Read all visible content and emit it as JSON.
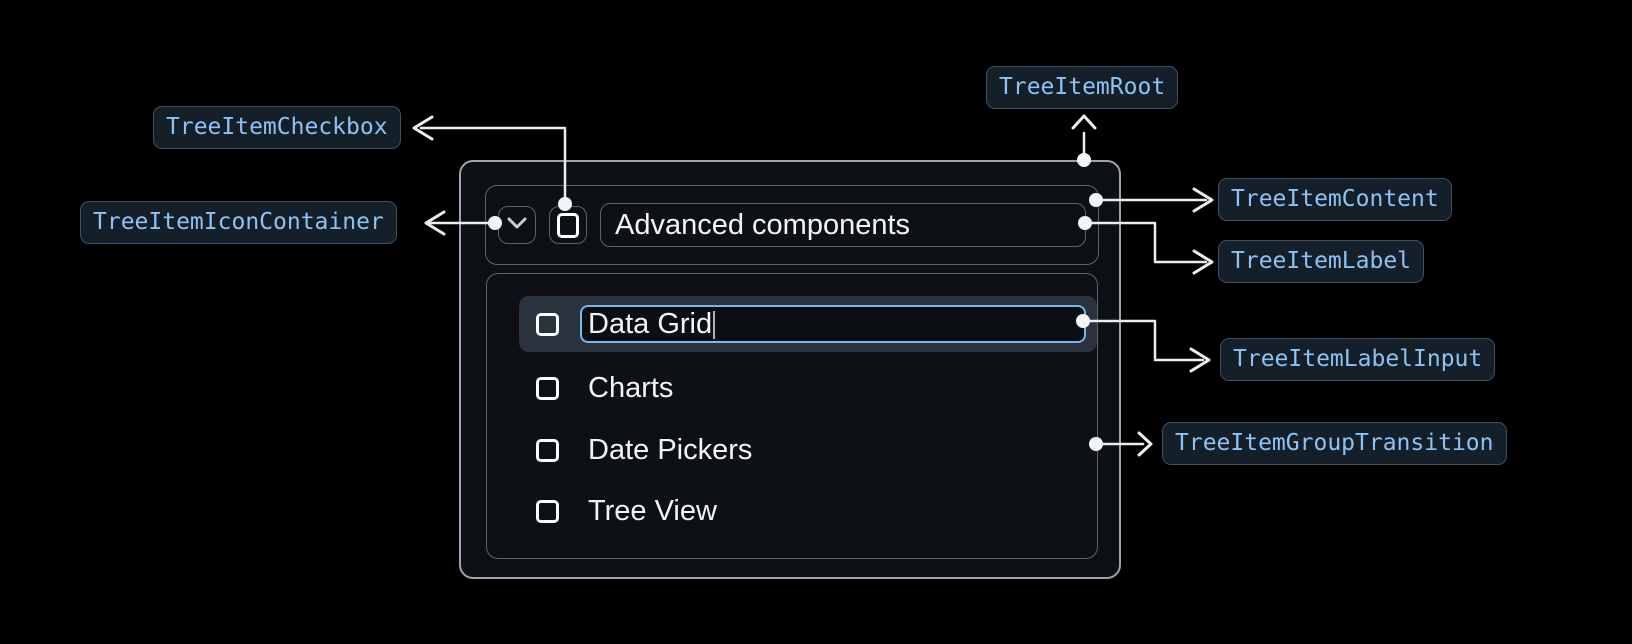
{
  "anatomy_labels": {
    "root": "TreeItemRoot",
    "checkbox": "TreeItemCheckbox",
    "icon_container": "TreeItemIconContainer",
    "content": "TreeItemContent",
    "label": "TreeItemLabel",
    "label_input": "TreeItemLabelInput",
    "group_transition": "TreeItemGroupTransition"
  },
  "tree": {
    "parent": {
      "label": "Advanced components",
      "expanded": true,
      "checked": false
    },
    "editing_item": {
      "value": "Data Grid",
      "selected": true,
      "checked": false
    },
    "items": [
      "Charts",
      "Date Pickers",
      "Tree View"
    ]
  },
  "icons": {
    "expand": "chevron-down-icon",
    "checkbox_state": "checkbox-unchecked-icon"
  },
  "colors": {
    "page_bg": "#000000",
    "badge_text": "#8ec2f2",
    "badge_border": "#3e5063",
    "badge_bg": "#151f2a",
    "panel_bg": "#0d1115",
    "panel_border": "#9aa4ae",
    "inner_border": "#5a636d",
    "selected_row_bg": "#2a323d",
    "input_border": "#80b4ec",
    "connector": "#e9eef3",
    "text": "#f3f4f6"
  }
}
